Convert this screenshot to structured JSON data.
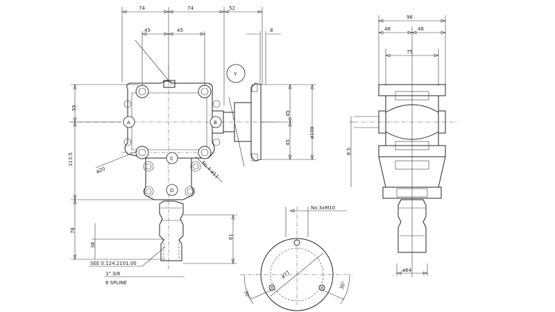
{
  "front_view": {
    "dims_top": [
      "74",
      "74",
      "52"
    ],
    "dims_second": [
      "45",
      "45",
      "8"
    ],
    "dims_left": [
      "55",
      "113.5",
      "78",
      "38"
    ],
    "dims_right": [
      "45",
      "45",
      "ø100",
      "61"
    ],
    "diameter_label": "ø20",
    "holes_label": "No.4-ø11",
    "bubbles": [
      "A",
      "B",
      "C",
      "D",
      "Y"
    ],
    "notes": [
      "SEE 0.124.2101.00",
      "1\" 3/8",
      "6 SPLINE"
    ]
  },
  "side_view": {
    "dims_top": [
      "96",
      "48",
      "48",
      "75"
    ],
    "dims_left": [
      "8.5"
    ],
    "dims_bottom": [
      "ø64"
    ]
  },
  "flange_view": {
    "thread_label": "No.3xM10",
    "pcd_label": "ø77",
    "angle_labels": [
      "30°",
      "30°"
    ]
  }
}
